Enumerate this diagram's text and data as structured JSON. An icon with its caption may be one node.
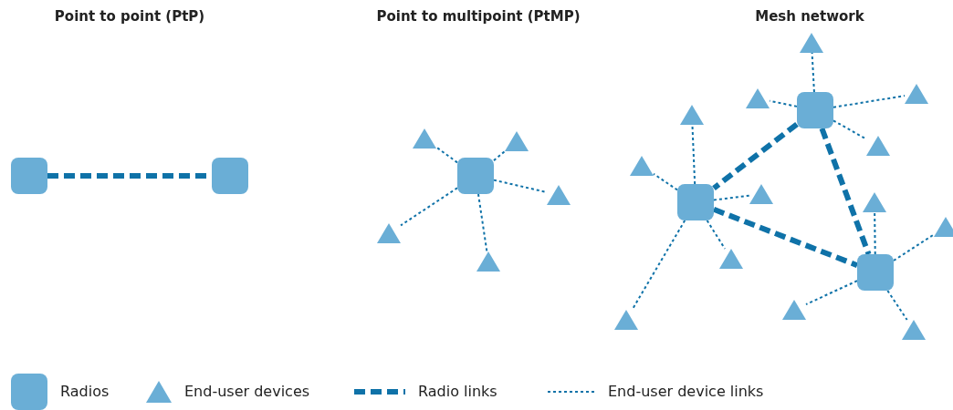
{
  "diagram": {
    "nodes": [
      {
        "text": [],
        "shape": "box"
      },
      {
        "text": [],
        "shape": "box"
      },
      {
        "text": [],
        "shape": "box"
      },
      {
        "text": [],
        "shape": "triangle"
      },
      {
        "text": [],
        "shape": "triangle"
      },
      {
        "text": [],
        "shape": "triangle"
      },
      {
        "text": [],
        "shape": "triangle"
      },
      {
        "text": [],
        "shape": "triangle"
      },
      {
        "text": [],
        "shape": "box"
      },
      {
        "text": [],
        "shape": "box"
      },
      {
        "text": [],
        "shape": "box"
      },
      {
        "text": [],
        "shape": "triangle"
      },
      {
        "text": [],
        "shape": "triangle"
      },
      {
        "text": [],
        "shape": "triangle"
      },
      {
        "text": [],
        "shape": "triangle"
      },
      {
        "text": [],
        "shape": "triangle"
      },
      {
        "text": [],
        "shape": "triangle"
      },
      {
        "text": [],
        "shape": "triangle"
      },
      {
        "text": [],
        "shape": "triangle"
      },
      {
        "text": [],
        "shape": "triangle"
      },
      {
        "text": [],
        "shape": "triangle"
      },
      {
        "text": [],
        "shape": "triangle"
      },
      {
        "text": [],
        "shape": "triangle"
      },
      {
        "text": [],
        "shape": "triangle"
      }
    ],
    "edges": [
      {
        "from": 0,
        "to": 1,
        "arrow": "none",
        "style": "dashed"
      },
      {
        "from": 2,
        "to": 3,
        "arrow": "none"
      },
      {
        "from": 2,
        "to": 4,
        "arrow": "none"
      },
      {
        "from": 2,
        "to": 5,
        "arrow": "none"
      },
      {
        "from": 2,
        "to": 6,
        "arrow": "none"
      },
      {
        "from": 2,
        "to": 7,
        "arrow": "none"
      },
      {
        "from": 8,
        "to": 9,
        "arrow": "none",
        "style": "dashed"
      },
      {
        "from": 8,
        "to": 10,
        "arrow": "none",
        "style": "dashed"
      },
      {
        "from": 9,
        "to": 10,
        "arrow": "none",
        "style": "dashed"
      },
      {
        "from": 8,
        "to": 11,
        "arrow": "none"
      },
      {
        "from": 8,
        "to": 12,
        "arrow": "none"
      },
      {
        "from": 8,
        "to": 13,
        "arrow": "none"
      },
      {
        "from": 8,
        "to": 14,
        "arrow": "none"
      },
      {
        "from": 9,
        "to": 15,
        "arrow": "none"
      },
      {
        "from": 9,
        "to": 16,
        "arrow": "none"
      },
      {
        "from": 9,
        "to": 17,
        "arrow": "none"
      },
      {
        "from": 9,
        "to": 18,
        "arrow": "none"
      },
      {
        "from": 9,
        "to": 19,
        "arrow": "none"
      },
      {
        "from": 10,
        "to": 20,
        "arrow": "none"
      },
      {
        "from": 10,
        "to": 21,
        "arrow": "none"
      },
      {
        "from": 10,
        "to": 22,
        "arrow": "none"
      },
      {
        "from": 10,
        "to": 23,
        "arrow": "none"
      }
    ],
    "labels": [
      "Point to point (PtP)",
      "Point to multipoint (PtMP)",
      "Mesh network"
    ],
    "legend": [
      {
        "text": "Radios",
        "color": "#6aaed6"
      },
      {
        "text": "End-user devices"
      },
      {
        "text": "Radio links"
      },
      {
        "text": "End-user device links"
      }
    ]
  }
}
